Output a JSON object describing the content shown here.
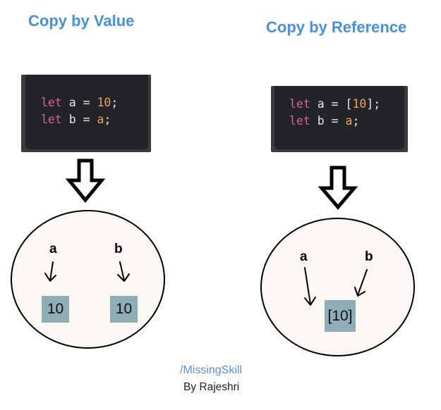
{
  "left": {
    "title": "Copy by Value",
    "code": {
      "line1": {
        "kw": "let",
        "name": "a",
        "op": "=",
        "value": "10",
        "end": ";"
      },
      "line2": {
        "kw": "let",
        "name": "b",
        "op": "=",
        "value": "a",
        "end": ";"
      }
    },
    "vars": {
      "a": "a",
      "b": "b"
    },
    "values": {
      "a": "10",
      "b": "10"
    }
  },
  "right": {
    "title": "Copy by Reference",
    "code": {
      "line1": {
        "kw": "let",
        "name": "a",
        "op": "=",
        "open": "[",
        "value": "10",
        "close": "]",
        "end": ";"
      },
      "line2": {
        "kw": "let",
        "name": "b",
        "op": "=",
        "value": "a",
        "end": ";"
      }
    },
    "vars": {
      "a": "a",
      "b": "b"
    },
    "value": "[10]"
  },
  "footer": {
    "link": "/MissingSkill",
    "author": "By Rajeshri"
  },
  "colors": {
    "heading": "#4a90d9",
    "code_bg": "#222427",
    "keyword": "#d9648c",
    "number": "#f0a35a",
    "value_box": "#8fadb6",
    "circle_fill": "#fcf7f5"
  }
}
